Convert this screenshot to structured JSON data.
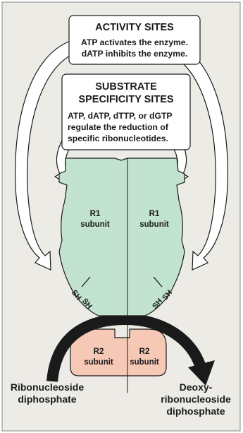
{
  "activity": {
    "title": "ACTIVITY SITES",
    "line1": "ATP activates the enzyme.",
    "line2": "dATP inhibits the enzyme."
  },
  "specificity": {
    "title1": "SUBSTRATE",
    "title2": "SPECIFICITY SITES",
    "line1": "ATP, dATP, dTTP, or dGTP",
    "line2": "regulate the reduction of",
    "line3": "specific ribonucleotides."
  },
  "r1": {
    "name": "R1",
    "label": "subunit"
  },
  "r2": {
    "name": "R2",
    "label": "subunit"
  },
  "sh": "SH",
  "reactant": {
    "line1": "Ribonucleoside",
    "line2": "diphosphate"
  },
  "product": {
    "line1": "Deoxy-",
    "line2": "ribonucleoside",
    "line3": "diphosphate"
  },
  "colors": {
    "background": "#edebe6",
    "r1_fill": "#c2e3cf",
    "r2_fill": "#f6c8b6",
    "arrow": "#1a1a1a",
    "box": "#ffffff"
  }
}
